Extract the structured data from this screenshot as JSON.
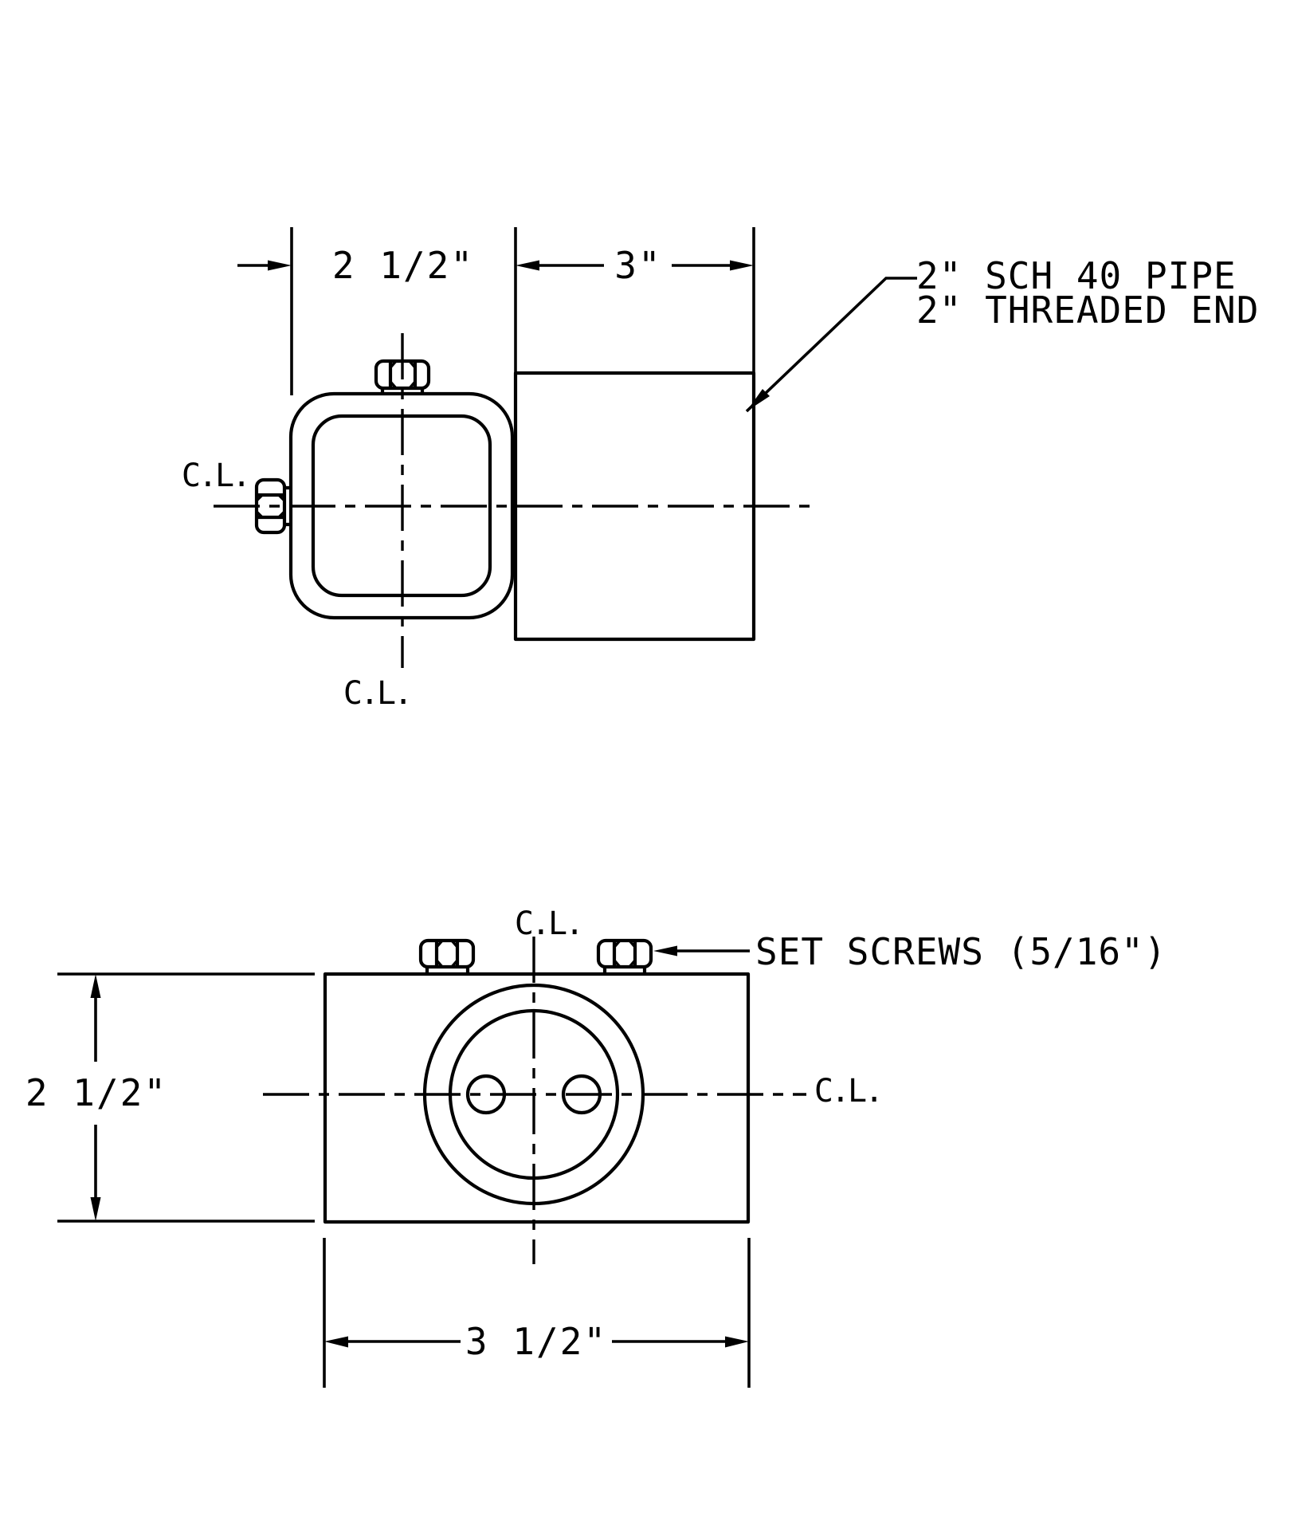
{
  "page": {
    "background": "#ffffff",
    "line_color": "#000000",
    "text_color": "#000000"
  },
  "side_view": {
    "width_dim": "2 1/2\"",
    "pipe_length_dim": "3\"",
    "pipe_note": {
      "line1": "2\" SCH 40 PIPE",
      "line2": "2\" THREADED END"
    },
    "centerline_label_left": "C.L.",
    "centerline_label_bottom": "C.L."
  },
  "front_view": {
    "height_dim": "2 1/2\"",
    "width_dim": "3 1/2\"",
    "set_screw_note": "SET SCREWS (5/16\")",
    "centerline_label_top": "C.L.",
    "centerline_label_right": "C.L."
  }
}
